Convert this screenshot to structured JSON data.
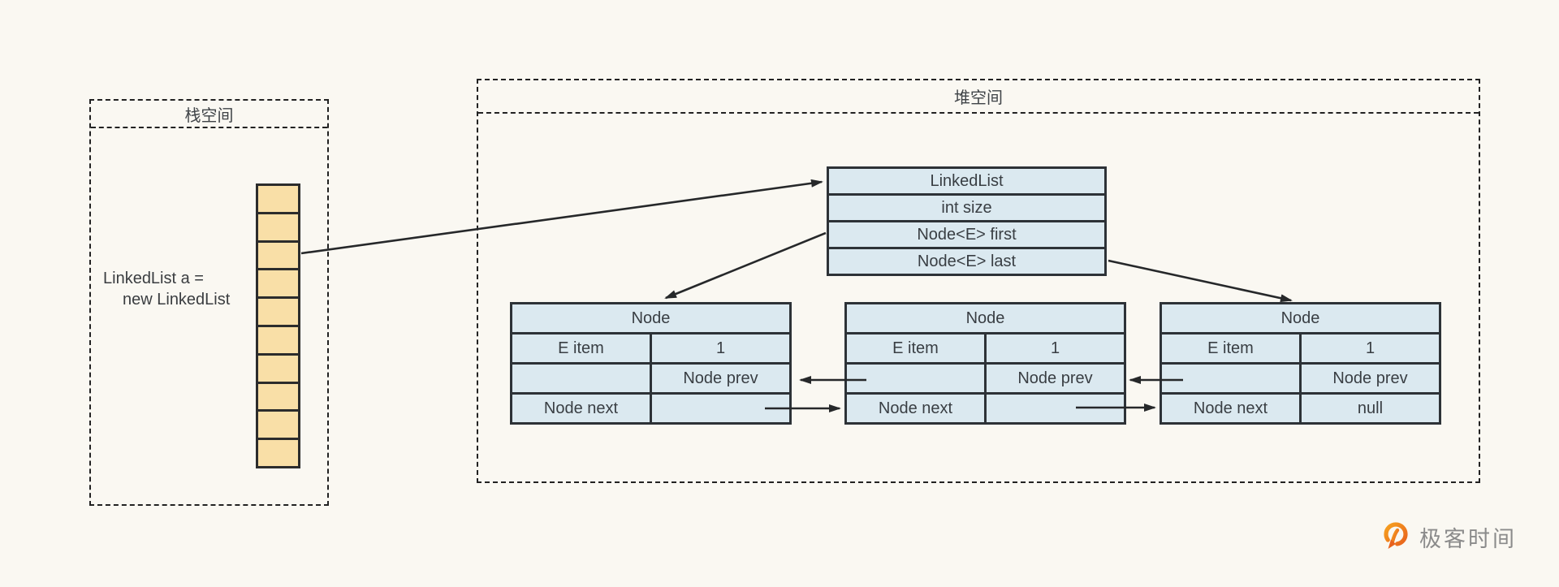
{
  "colors": {
    "background": "#faf8f2",
    "table_fill": "#dbe9f0",
    "stack_cell_fill": "#f9dfa7",
    "line_and_border": "#2d3237",
    "text": "#3c4043",
    "logo_orange_light": "#f6a11f",
    "logo_orange_dark": "#e8621d",
    "logo_text_gray": "#8b8b8b"
  },
  "stack": {
    "title": "栈空间",
    "variable_line1": "LinkedList a =",
    "variable_line2": "new LinkedList",
    "cell_count": 10
  },
  "heap": {
    "title": "堆空间"
  },
  "linkedlist_table": {
    "class_name": "LinkedList",
    "fields": [
      "int size",
      "Node<E> first",
      "Node<E> last"
    ]
  },
  "nodes": [
    {
      "title": "Node",
      "item_label": "E item",
      "item_value": "1",
      "prev_value": "",
      "prev_label": "Node prev",
      "next_label": "Node next",
      "next_value": ""
    },
    {
      "title": "Node",
      "item_label": "E item",
      "item_value": "1",
      "prev_value": "",
      "prev_label": "Node prev",
      "next_label": "Node next",
      "next_value": ""
    },
    {
      "title": "Node",
      "item_label": "E item",
      "item_value": "1",
      "prev_value": "",
      "prev_label": "Node prev",
      "next_label": "Node next",
      "next_value": "null"
    }
  ],
  "logo": {
    "brand_text": "极客时间",
    "icon": "geektime-q-arrow-icon"
  }
}
